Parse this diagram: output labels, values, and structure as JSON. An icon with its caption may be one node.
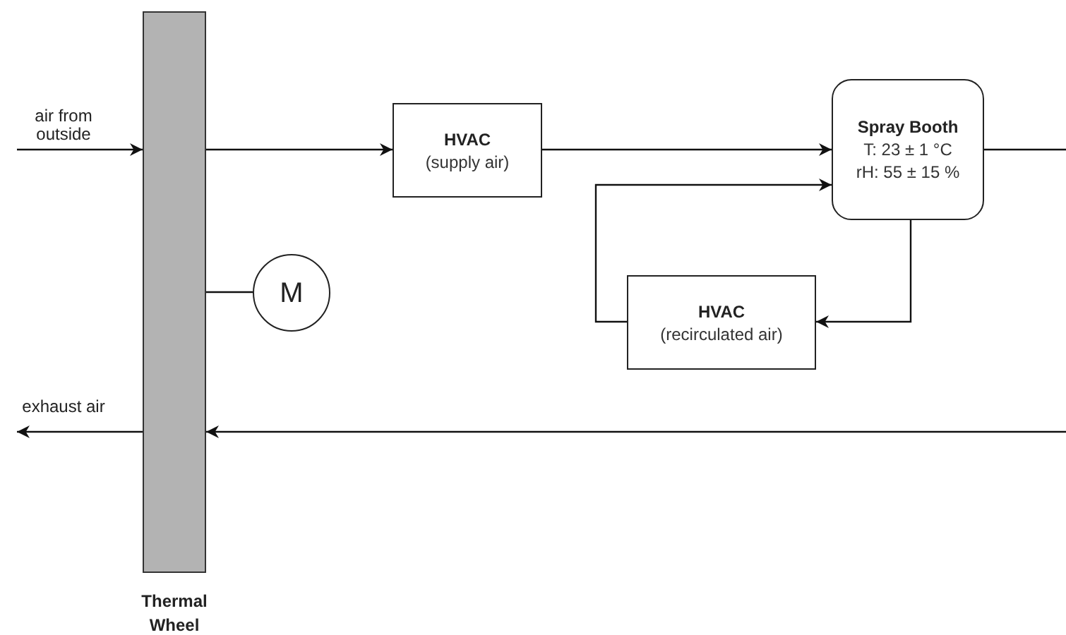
{
  "diagram": {
    "nodes": [
      {
        "text": [
          "Thermal Wheel"
        ]
      },
      {
        "text": [
          "HVAC",
          "(supply air)"
        ]
      },
      {
        "text": [
          "Spray Booth",
          "T: 23 ± 1 °C",
          "rH: 55 ± 15 %"
        ]
      },
      {
        "text": [
          "M"
        ]
      },
      {
        "text": [
          "HVAC",
          "(recirculated air)"
        ]
      }
    ],
    "edges": [
      {
        "from": null,
        "to": 0,
        "arrow": "to",
        "label": "air from outside"
      },
      {
        "from": 0,
        "to": 1,
        "arrow": "to"
      },
      {
        "from": 1,
        "to": 2,
        "arrow": "to"
      },
      {
        "from": 2,
        "to": 4,
        "arrow": "to"
      },
      {
        "from": 4,
        "to": 2,
        "arrow": "to"
      },
      {
        "from": 2,
        "to": null,
        "arrow": "none"
      },
      {
        "from": null,
        "to": 0,
        "arrow": "to"
      },
      {
        "from": 0,
        "to": null,
        "arrow": "to",
        "label": "exhaust air"
      },
      {
        "from": 0,
        "to": 3,
        "arrow": "none"
      }
    ]
  }
}
